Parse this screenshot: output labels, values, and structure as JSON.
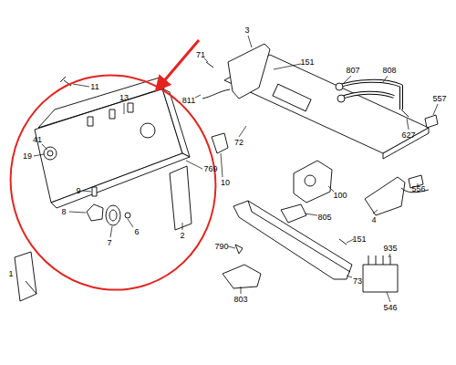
{
  "diagram": {
    "labels": [
      "71",
      "3",
      "151",
      "807",
      "808",
      "11",
      "13",
      "811",
      "557",
      "41",
      "19",
      "72",
      "627",
      "10",
      "769",
      "9",
      "8",
      "6",
      "7",
      "2",
      "100",
      "556",
      "805",
      "4",
      "151",
      "790",
      "935",
      "73",
      "1",
      "803",
      "546"
    ]
  }
}
